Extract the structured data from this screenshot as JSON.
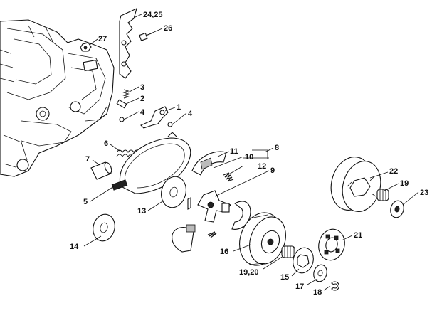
{
  "callouts": {
    "c1": "1",
    "c2": "2",
    "c3": "3",
    "c4a": "4",
    "c4b": "4",
    "c5": "5",
    "c6": "6",
    "c7": "7",
    "c8": "8",
    "c9": "9",
    "c10": "10",
    "c11": "11",
    "c12": "12",
    "c13": "13",
    "c14": "14",
    "c15": "15",
    "c16": "16",
    "c17": "17",
    "c18": "18",
    "c19": "19",
    "c19_20": "19,20",
    "c21": "21",
    "c22": "22",
    "c23": "23",
    "c24_25": "24,25",
    "c26": "26",
    "c27": "27"
  }
}
